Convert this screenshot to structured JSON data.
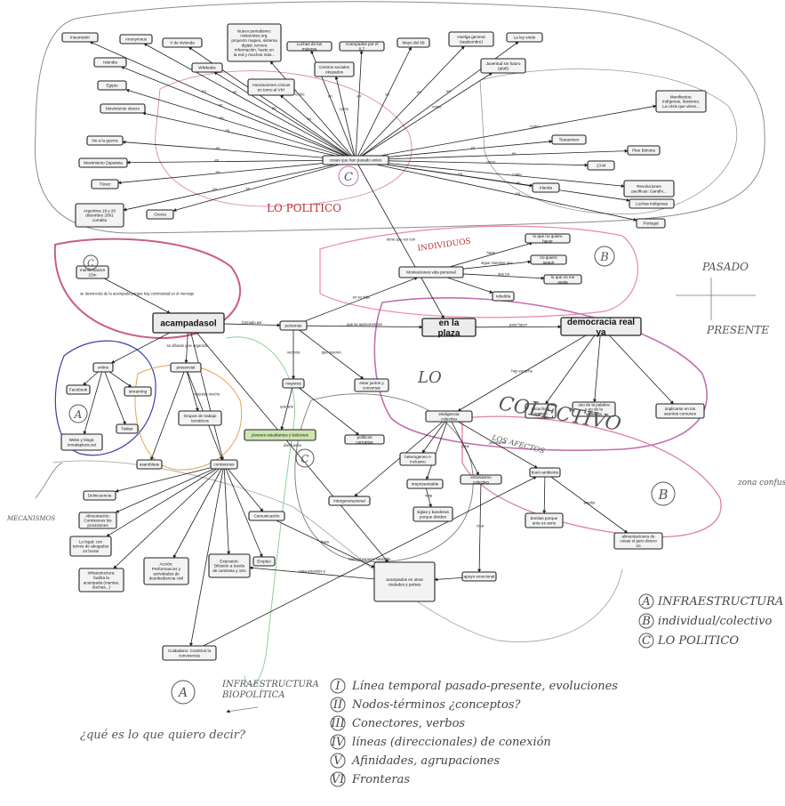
{
  "center": "cosas que han pasado antes",
  "past_nodes": [
    {
      "t": "Insumisión"
    },
    {
      "t": "Anonymous"
    },
    {
      "t": "V de vivienda"
    },
    {
      "t": "Nuevo periodismo: nolesvotes.org, proyecto mapeo, sistema digital, tercera información, hazte en la red y muchos más..."
    },
    {
      "t": "Luchas de las mujeres"
    },
    {
      "t": "Acampadas por el 0,7"
    },
    {
      "t": "Mayo del 68"
    },
    {
      "t": "Huelga general (septiembre)"
    },
    {
      "t": "La ley sinde"
    },
    {
      "t": "Islandia"
    },
    {
      "t": "Wikileaks"
    },
    {
      "t": "Centros sociales okupados"
    },
    {
      "t": "Egipto"
    },
    {
      "t": "Asociaciones cívicas en torno al VIH"
    },
    {
      "t": "Juventud sin futuro (abril)"
    },
    {
      "t": "Manifiestos: Indígenas, Ilusiones, La crisis que viene..."
    },
    {
      "t": "Movimiento obrero"
    },
    {
      "t": "Tiananmen"
    },
    {
      "t": "Plan Bolonia"
    },
    {
      "t": "No a la guerra"
    },
    {
      "t": "13-M"
    },
    {
      "t": "Movimiento Zapatista"
    },
    {
      "t": "Revoluciones pacíficas: Gandhi..."
    },
    {
      "t": "Túnez"
    },
    {
      "t": "Irlanda"
    },
    {
      "t": "Luchas indígenas"
    },
    {
      "t": "Argentina 19 y 20 diciembre 2001 corralito"
    },
    {
      "t": "Grecia"
    },
    {
      "t": "Portugal"
    }
  ],
  "mid_nodes": {
    "manifestacion": "manifestacion 15m",
    "acampadasol": "acampadasol",
    "personas": "personas",
    "enlaplaza": "en la plaza",
    "democracia": "democracia real ya",
    "motivaciones": "Motivaciones vida personal",
    "noquiero": "lo que no quiero hacer",
    "noquieroseguir": "no quiero seguir",
    "nomegusta": "lo que no me gusta",
    "rebeldia": "rebeldía",
    "presencial": "presencial",
    "online": "online",
    "facebook": "Facebook",
    "streaming": "streaming",
    "twitter": "Twitter",
    "webs": "Webs y blogs: tomalaplaza.net",
    "grupos": "Grupos de trabajo temáticos",
    "asambleas": "asambleas",
    "comisiones": "comisiones",
    "jovenes": "jóvenes estudiantes y balcones",
    "mayores": "mayores",
    "estar": "estar juntos y conversar",
    "politicos": "políticos corruptos",
    "inteligencia": "inteligencia colectiva",
    "escucha": "escucha y respeto",
    "uso": "uso de la palabra y no de la violencia",
    "implicarse": "implicarse en los asuntos comunes",
    "heterogeneo": "heterogeneo e inclusivo",
    "irrepresentable": "irrepresentable",
    "intergeneracional": "intergeneracional",
    "siglas": "siglas y banderas porque dividen",
    "entusiasmo": "entusiasmo colectivo",
    "buen": "buen ambiente",
    "bonitas": "bonitas porque ante es serio",
    "alimentacion": "alimentaciones de cosas sí pero dinero no",
    "apoyo": "apoyo emocional",
    "acampados": "acampados en otras ciudades y países",
    "delincuencia": "Delincuencia",
    "alimentacionC": "Alimentación: Comisiones los provisiones",
    "legal": "Lo legal: con turnos de abogados 24 horas",
    "infra": "Infraestructura: facilita la acampada (mantas, duchas...)",
    "acciones": "Acción: Performances y actividades de desobediencia civil",
    "extension": "Extensión: Difusión a través de camiseta y otro",
    "empleo": "Empleo",
    "comunicacion": "Comunicación",
    "cuidadano": "Cuidadano: Construir la convivencia"
  },
  "edge_labels": {
    "tiene": "tiene que ver con",
    "formado": "formado por",
    "seautoconvocan": "que se autoconvocan",
    "parahacer": "para hacer",
    "hay": "hay escucha",
    "sedifunde": "se difunde y se organiza",
    "vecinos": "vecinos",
    "queson": "que son",
    "quequieren": "que quieren",
    "promueve": "promueve",
    "crea": "crea",
    "amplia": "amplia",
    "hace": "hace",
    "muestramucho": "muestra mucho",
    "daafuerza": "dan fuerza",
    "paraextender": "para extender a",
    "haceespacio": "hace el espacio habitable",
    "ladesvincula": "se desvincula de la acampada porque hay continuidad en el mensaje",
    "intercambio": "intercambio de ideas",
    "vota": "vota",
    "haga": "haga",
    "sigamosque": "sigue mientras que",
    "quenos": "que no",
    "ensu": "en su vida"
  },
  "hand_labels": {
    "lopolitico": "LO POLITICO",
    "individuos": "INDIVIDUOS",
    "lo": "LO",
    "colectivo": "COLECTIVO",
    "losafectos": "LOS AFECTOS",
    "pasado": "PASADO",
    "presente": "PRESENTE",
    "zonaconfusa": "zona confusa",
    "mecanismos": "MECANISMOS",
    "infraBio1": "INFRAESTRUCTURA",
    "infraBio2": "BIOPOLÍTICA",
    "question": "¿qué es lo que quiero decir?",
    "circleA": "A",
    "circleB": "B",
    "circleC": "C"
  },
  "legend_abc": [
    {
      "letter": "A",
      "text": "INFRAESTRUCTURA"
    },
    {
      "letter": "B",
      "text": "individual/colectivo"
    },
    {
      "letter": "C",
      "text": "LO POLITICO"
    }
  ],
  "legend_roman": [
    {
      "num": "I",
      "text": "Línea temporal pasado-presente, evoluciones"
    },
    {
      "num": "II",
      "text": "Nodos-términos ¿conceptos?"
    },
    {
      "num": "III",
      "text": "Conectores, verbos"
    },
    {
      "num": "IV",
      "text": "líneas (direccionales) de conexión"
    },
    {
      "num": "V",
      "text": "Afinidades, agrupaciones"
    },
    {
      "num": "VI",
      "text": "Fronteras"
    }
  ]
}
